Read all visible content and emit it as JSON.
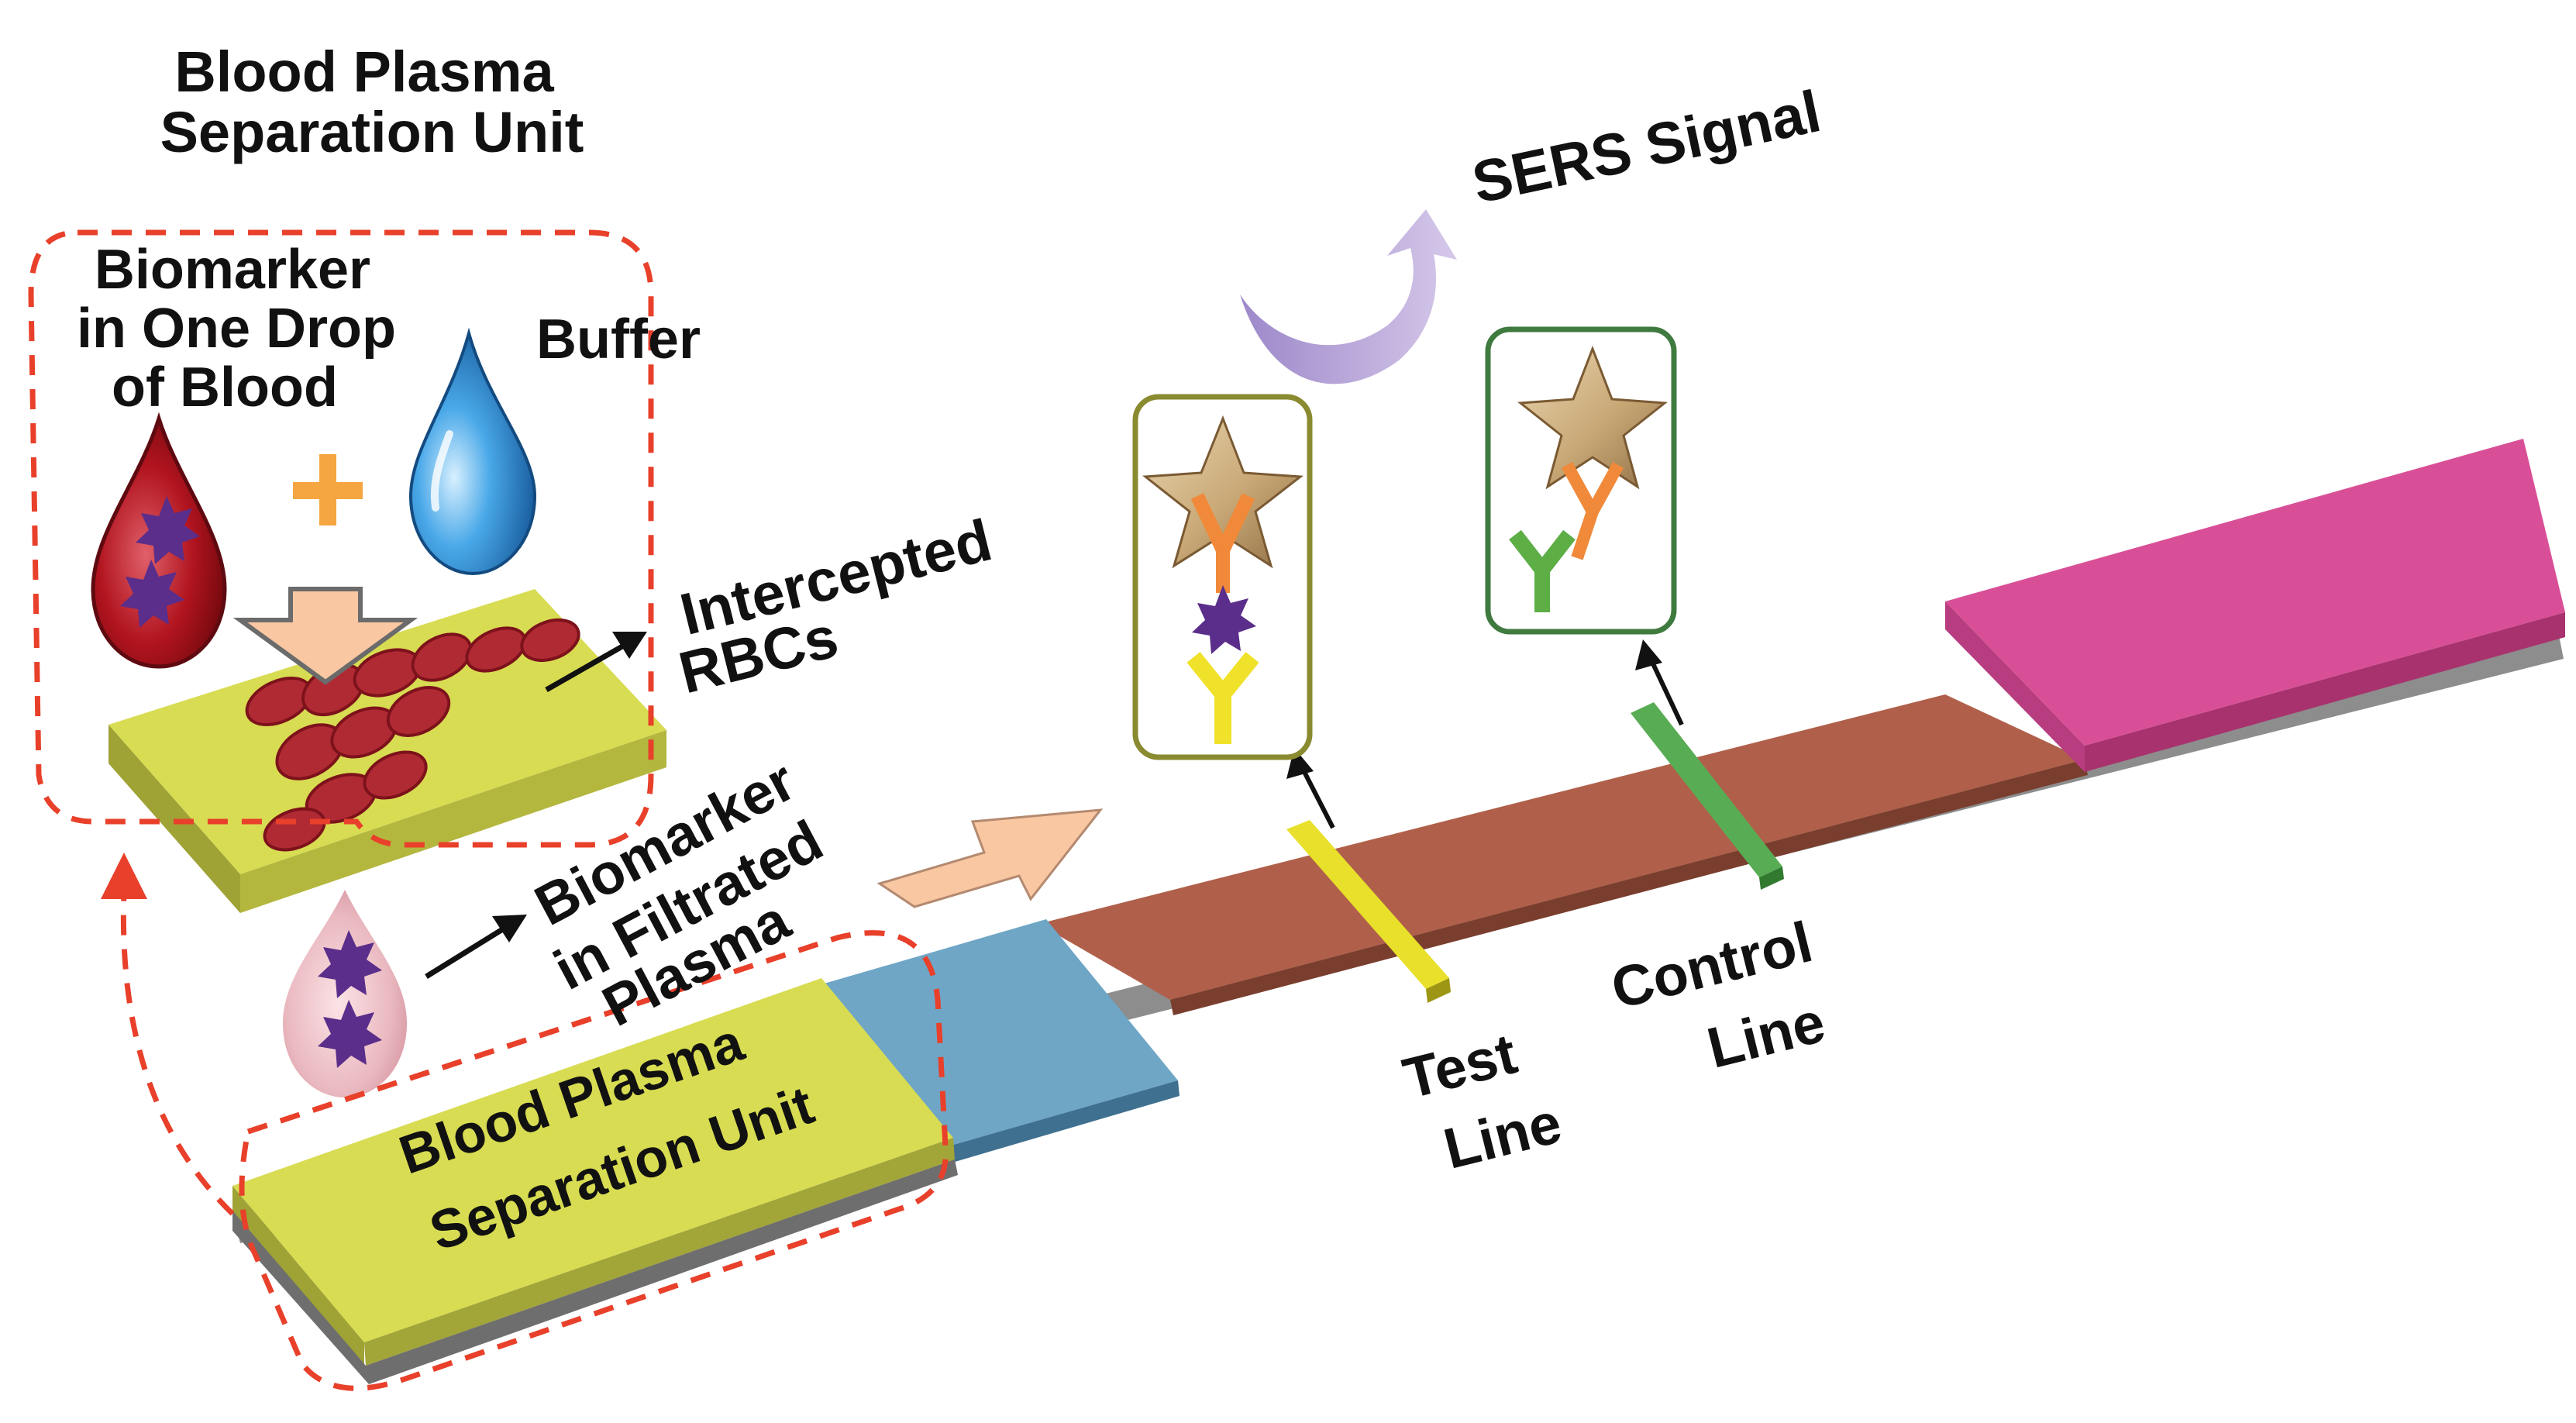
{
  "labels": {
    "top_title_line1": "Blood Plasma",
    "top_title_line2": "Separation Unit",
    "biomarker_blood_line1": "Biomarker",
    "biomarker_blood_line2": "in One Drop",
    "biomarker_blood_line3": "of Blood",
    "buffer": "Buffer",
    "intercepted_line1": "Intercepted",
    "intercepted_line2": "RBCs",
    "filtrated_line1": "Biomarker",
    "filtrated_line2": "in Filtrated",
    "filtrated_line3": "Plasma",
    "strip_unit_line1": "Blood Plasma",
    "strip_unit_line2": "Separation Unit",
    "sers_signal": "SERS Signal",
    "test_line_line1": "Test",
    "test_line_line2": "Line",
    "control_line_line1": "Control",
    "control_line_line2": "Line"
  },
  "colors": {
    "strip_brown": "#b0604a",
    "sample_pad_blue": "#6fa6c6",
    "absorbent_pink": "#d94f97",
    "separation_pad_yellow": "#d8dc52",
    "test_line_yellow": "#e8e02a",
    "control_line_green": "#58ad54",
    "dashed_outline_red": "#e8402a",
    "plus_orange": "#f5a640",
    "arrow_peach": "#f9c7a2",
    "sers_arrow_purple": "#b9a7d8",
    "biomarker_purple": "#5a2e8a",
    "antibody_orange": "#f08a3a",
    "test_antibody_yellow": "#f0e22a",
    "control_antibody_green": "#5cae45",
    "test_box_border": "#8a8a30",
    "control_box_border": "#3f7a3f",
    "blood_red": "#b1141e",
    "buffer_blue": "#2f8fd6"
  }
}
